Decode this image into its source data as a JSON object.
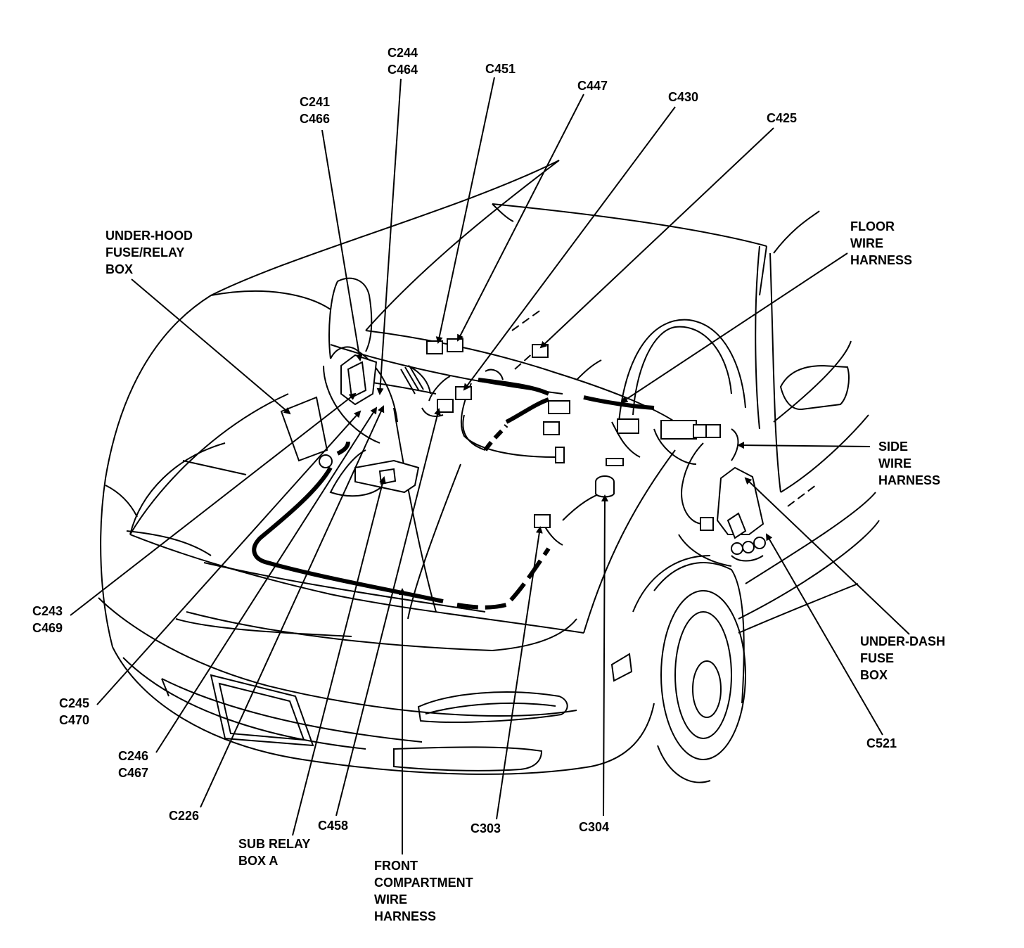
{
  "colors": {
    "ink": "#000000",
    "paper": "#ffffff"
  },
  "icons": [
    "arrow-icon"
  ],
  "labels": {
    "c244_c464": [
      "C244",
      "C464"
    ],
    "c451": [
      "C451"
    ],
    "c447": [
      "C447"
    ],
    "c430": [
      "C430"
    ],
    "c425": [
      "C425"
    ],
    "c241_c466": [
      "C241",
      "C466"
    ],
    "under_hood_box": [
      "UNDER-HOOD",
      "FUSE/RELAY",
      "BOX"
    ],
    "floor_harness": [
      "FLOOR",
      "WIRE",
      "HARNESS"
    ],
    "side_harness": [
      "SIDE",
      "WIRE",
      "HARNESS"
    ],
    "under_dash_box": [
      "UNDER-DASH",
      "FUSE",
      "BOX"
    ],
    "c521": [
      "C521"
    ],
    "c243_c469": [
      "C243",
      "C469"
    ],
    "c245_c470": [
      "C245",
      "C470"
    ],
    "c246_c467": [
      "C246",
      "C467"
    ],
    "c226": [
      "C226"
    ],
    "c458": [
      "C458"
    ],
    "sub_relay_box_a": [
      "SUB RELAY",
      "BOX A"
    ],
    "front_compartment_harness": [
      "FRONT",
      "COMPARTMENT",
      "WIRE",
      "HARNESS"
    ],
    "c303": [
      "C303"
    ],
    "c304": [
      "C304"
    ]
  }
}
